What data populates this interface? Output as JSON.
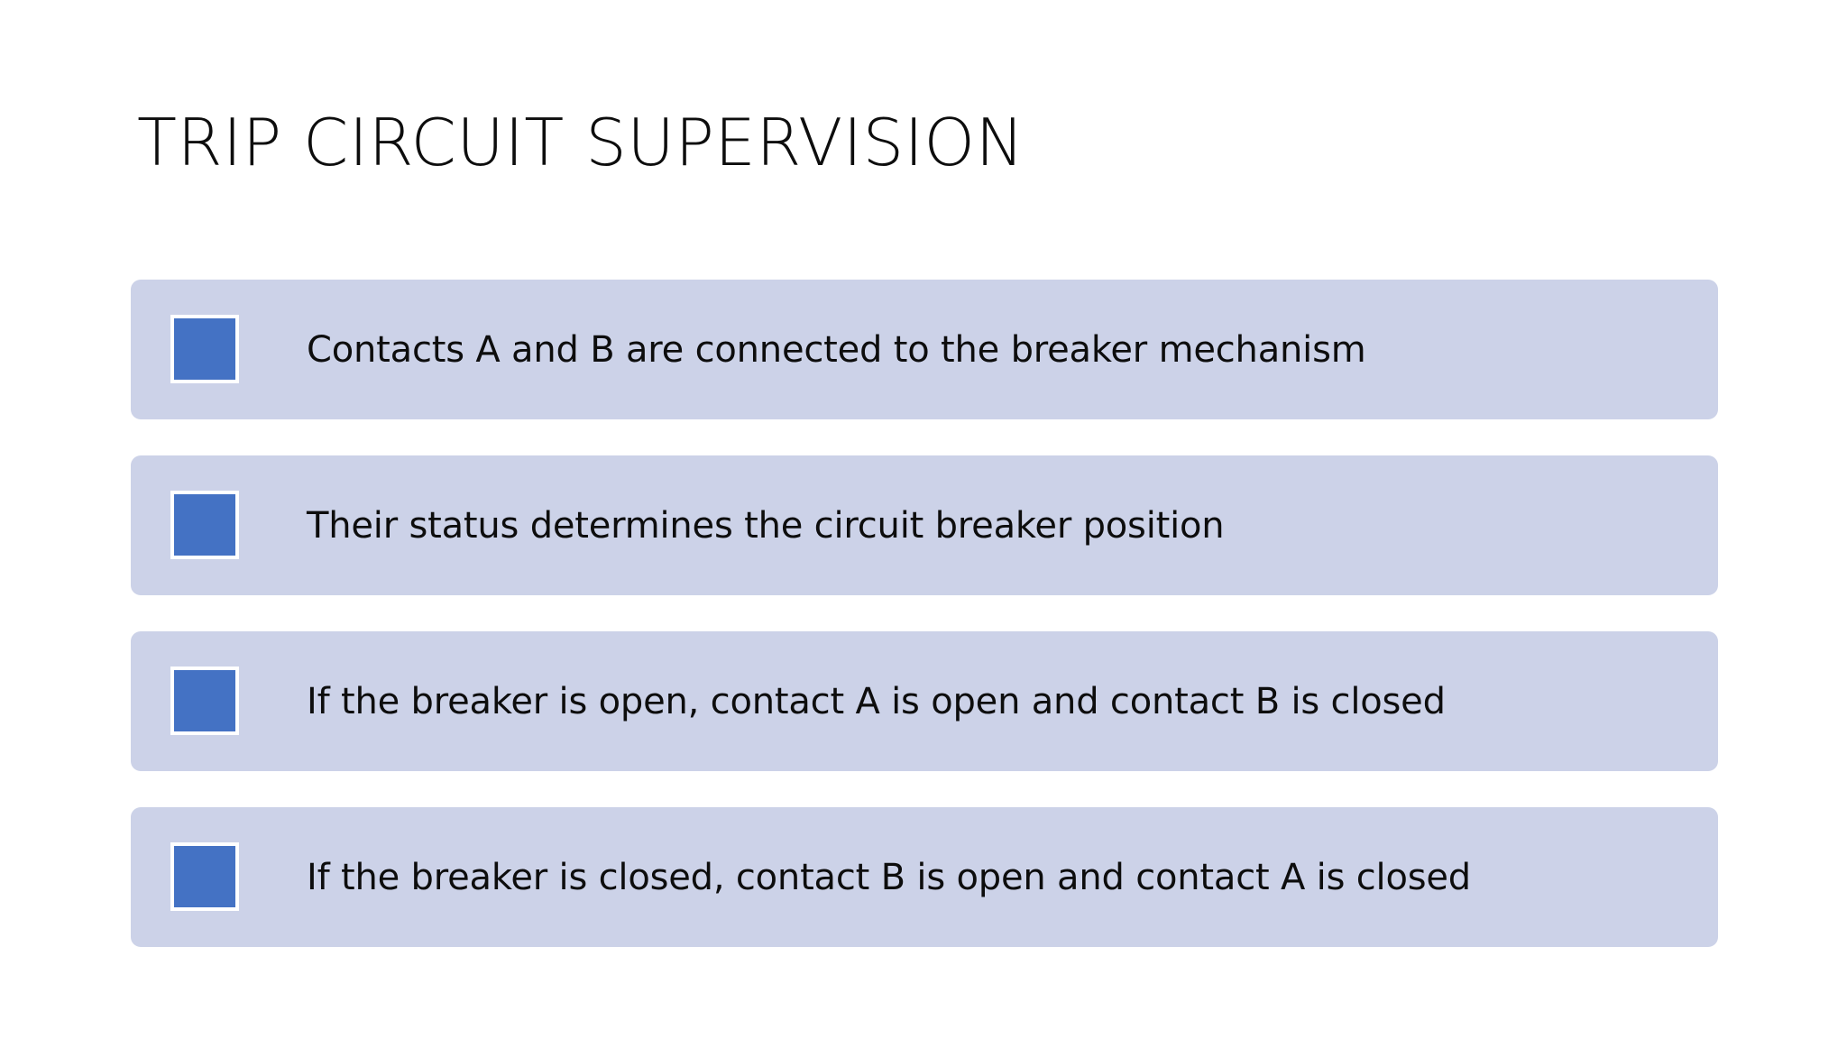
{
  "slide": {
    "title": "TRIP CIRCUIT SUPERVISION",
    "background_color": "#FFFFFF",
    "title_color": "#0D0D0D"
  },
  "theme": {
    "bar_fill": "#CCD2E8",
    "marker_fill": "#4472C4",
    "marker_border": "#FFFFFF",
    "body_text_color": "#0D0D0D"
  },
  "bullets": [
    {
      "marker": "blue-square-bullet",
      "text": "Contacts A and B are connected to the breaker mechanism"
    },
    {
      "marker": "blue-square-bullet",
      "text": "Their status determines the circuit breaker position"
    },
    {
      "marker": "blue-square-bullet",
      "text": "If the breaker is open, contact A is open and contact B is closed"
    },
    {
      "marker": "blue-square-bullet",
      "text": "If the breaker is closed, contact B is open and contact A is closed"
    }
  ]
}
